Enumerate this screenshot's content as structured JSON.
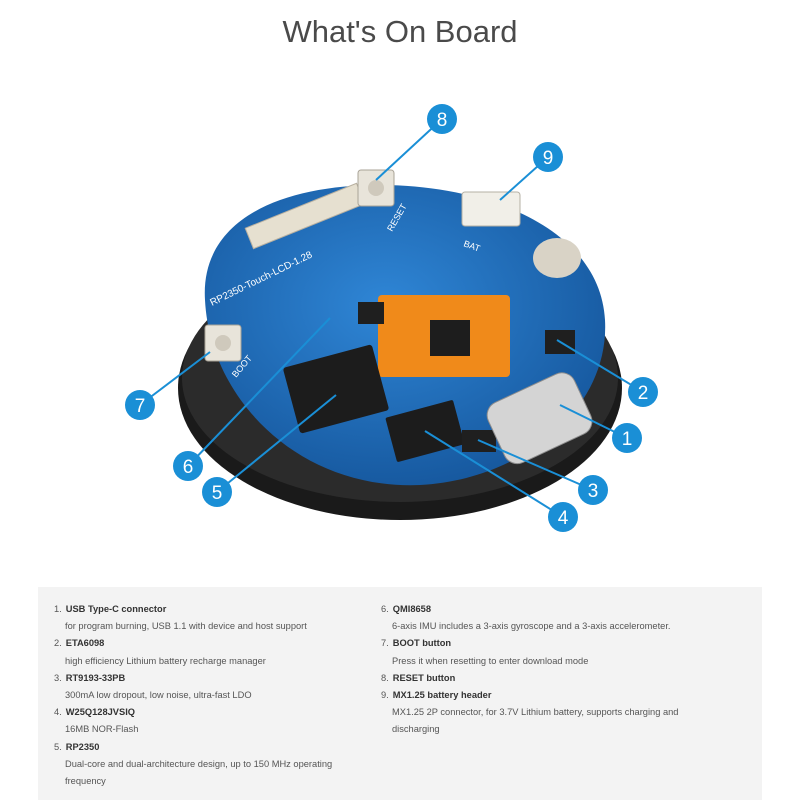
{
  "title": "What's On Board",
  "callouts": [
    {
      "number": "1"
    },
    {
      "number": "2"
    },
    {
      "number": "3"
    },
    {
      "number": "4"
    },
    {
      "number": "5"
    },
    {
      "number": "6"
    },
    {
      "number": "7"
    },
    {
      "number": "8"
    },
    {
      "number": "9"
    }
  ],
  "board_labels": {
    "model": "RP2350-Touch-LCD-1.28",
    "reset": "RESET",
    "boot": "BOOT",
    "bat": "BAT"
  },
  "colors": {
    "callout_blue": "#1a8fd6",
    "board_blue": "#1e6fc0",
    "title_gray": "#4a4a4a",
    "legend_bg": "#f3f3f3"
  },
  "items": [
    {
      "num": "1.",
      "name": "USB Type-C connector",
      "desc": "for program burning, USB 1.1 with device and host support"
    },
    {
      "num": "2.",
      "name": "ETA6098",
      "desc": "high efficiency Lithium battery recharge manager"
    },
    {
      "num": "3.",
      "name": "RT9193-33PB",
      "desc": "300mA low dropout, low noise, ultra-fast LDO"
    },
    {
      "num": "4.",
      "name": "W25Q128JVSIQ",
      "desc": "16MB NOR-Flash"
    },
    {
      "num": "5.",
      "name": "RP2350",
      "desc": "Dual-core and dual-architecture design, up to 150 MHz operating frequency"
    },
    {
      "num": "6.",
      "name": "QMI8658",
      "desc": "6-axis IMU includes a 3-axis gyroscope and a 3-axis accelerometer."
    },
    {
      "num": "7.",
      "name": "BOOT button",
      "desc": "Press it when resetting to enter download mode"
    },
    {
      "num": "8.",
      "name": "RESET button",
      "desc": ""
    },
    {
      "num": "9.",
      "name": "MX1.25 battery header",
      "desc": "MX1.25 2P connector, for 3.7V Lithium battery, supports charging and discharging"
    }
  ]
}
